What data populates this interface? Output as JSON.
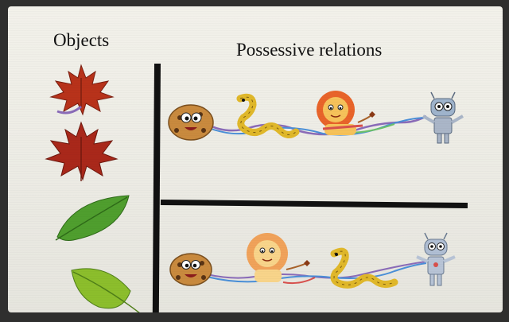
{
  "headings": {
    "objects": "Objects",
    "relations": "Possessive relations"
  },
  "objects_column": [
    {
      "name": "maple-leaf-red",
      "color": "#b8321a"
    },
    {
      "name": "maple-leaf-dark-red",
      "color": "#a9281a"
    },
    {
      "name": "green-leaf",
      "color": "#4f9e2e"
    },
    {
      "name": "light-green-leaf",
      "color": "#8cbe2c"
    }
  ],
  "relation_rows": [
    {
      "characters": [
        "cookie",
        "snake",
        "lion",
        "robot"
      ]
    },
    {
      "characters": [
        "cookie",
        "lion",
        "snake",
        "robot"
      ]
    }
  ],
  "colors": {
    "line": "#111111",
    "background": "#eeede6",
    "rope_purple": "#8a6bb8",
    "rope_blue": "#4a8fd8",
    "rope_green": "#6cc06a",
    "rope_red": "#d8504c"
  }
}
